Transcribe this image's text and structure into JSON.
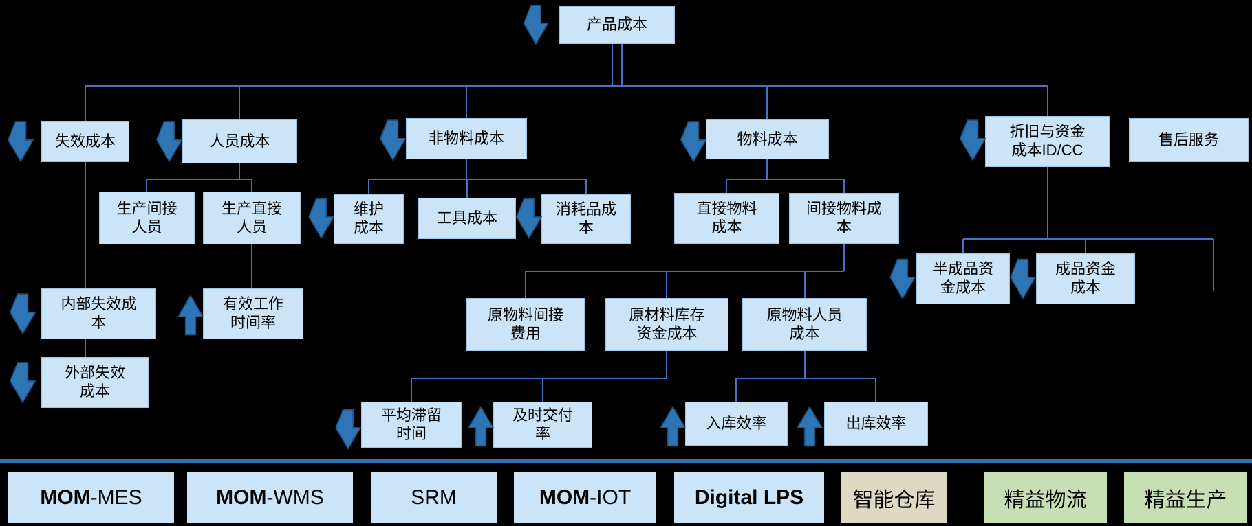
{
  "nodes": {
    "product": "产品成本",
    "failure": "失效成本",
    "personnel": "人员成本",
    "non_material": "非物料成本",
    "material": "物料成本",
    "depreciation": "折旧与资金\n成本ID/CC",
    "after_sales": "售后服务",
    "prod_indirect": "生产间接\n人员",
    "prod_direct": "生产直接\n人员",
    "maintenance": "维护\n成本",
    "tool": "工具成本",
    "consumables": "消耗品成\n本",
    "direct_material": "直接物料\n成本",
    "indirect_material": "间接物料成\n本",
    "internal_failure": "内部失效成\n本",
    "external_failure": "外部失效\n成本",
    "effective_work": "有效工作\n时间率",
    "semi_finished": "半成品资\n金成本",
    "finished": "成品资金\n成本",
    "raw_indirect": "原物料间接\n费用",
    "raw_inventory": "原材料库存\n资金成本",
    "raw_personnel": "原物料人员\n成本",
    "avg_retention": "平均滞留\n时间",
    "ontime_delivery": "及时交付\n率",
    "inbound": "入库效率",
    "outbound": "出库效率"
  },
  "systems": [
    {
      "bold": "MOM",
      "rest": "-MES"
    },
    {
      "bold": "MOM",
      "rest": "-WMS"
    },
    {
      "bold": "",
      "rest": "SRM"
    },
    {
      "bold": "MOM",
      "rest": "-IOT"
    },
    {
      "bold": "Digital LPS",
      "rest": ""
    },
    {
      "bold": "",
      "rest": "智能仓库"
    },
    {
      "bold": "",
      "rest": "精益物流"
    },
    {
      "bold": "",
      "rest": "精益生产"
    }
  ],
  "colors": {
    "bg": "#000000",
    "box_fill": "#cce4f8",
    "box_border": "#9dc3e6",
    "line_color": "#4472c4",
    "arrow_fill": "#2e75b6",
    "arrow_stroke": "#1f4e79",
    "green_fill": "#c6e0b4",
    "tan_fill": "#ddd9c3",
    "separator": "#2e75b6"
  }
}
